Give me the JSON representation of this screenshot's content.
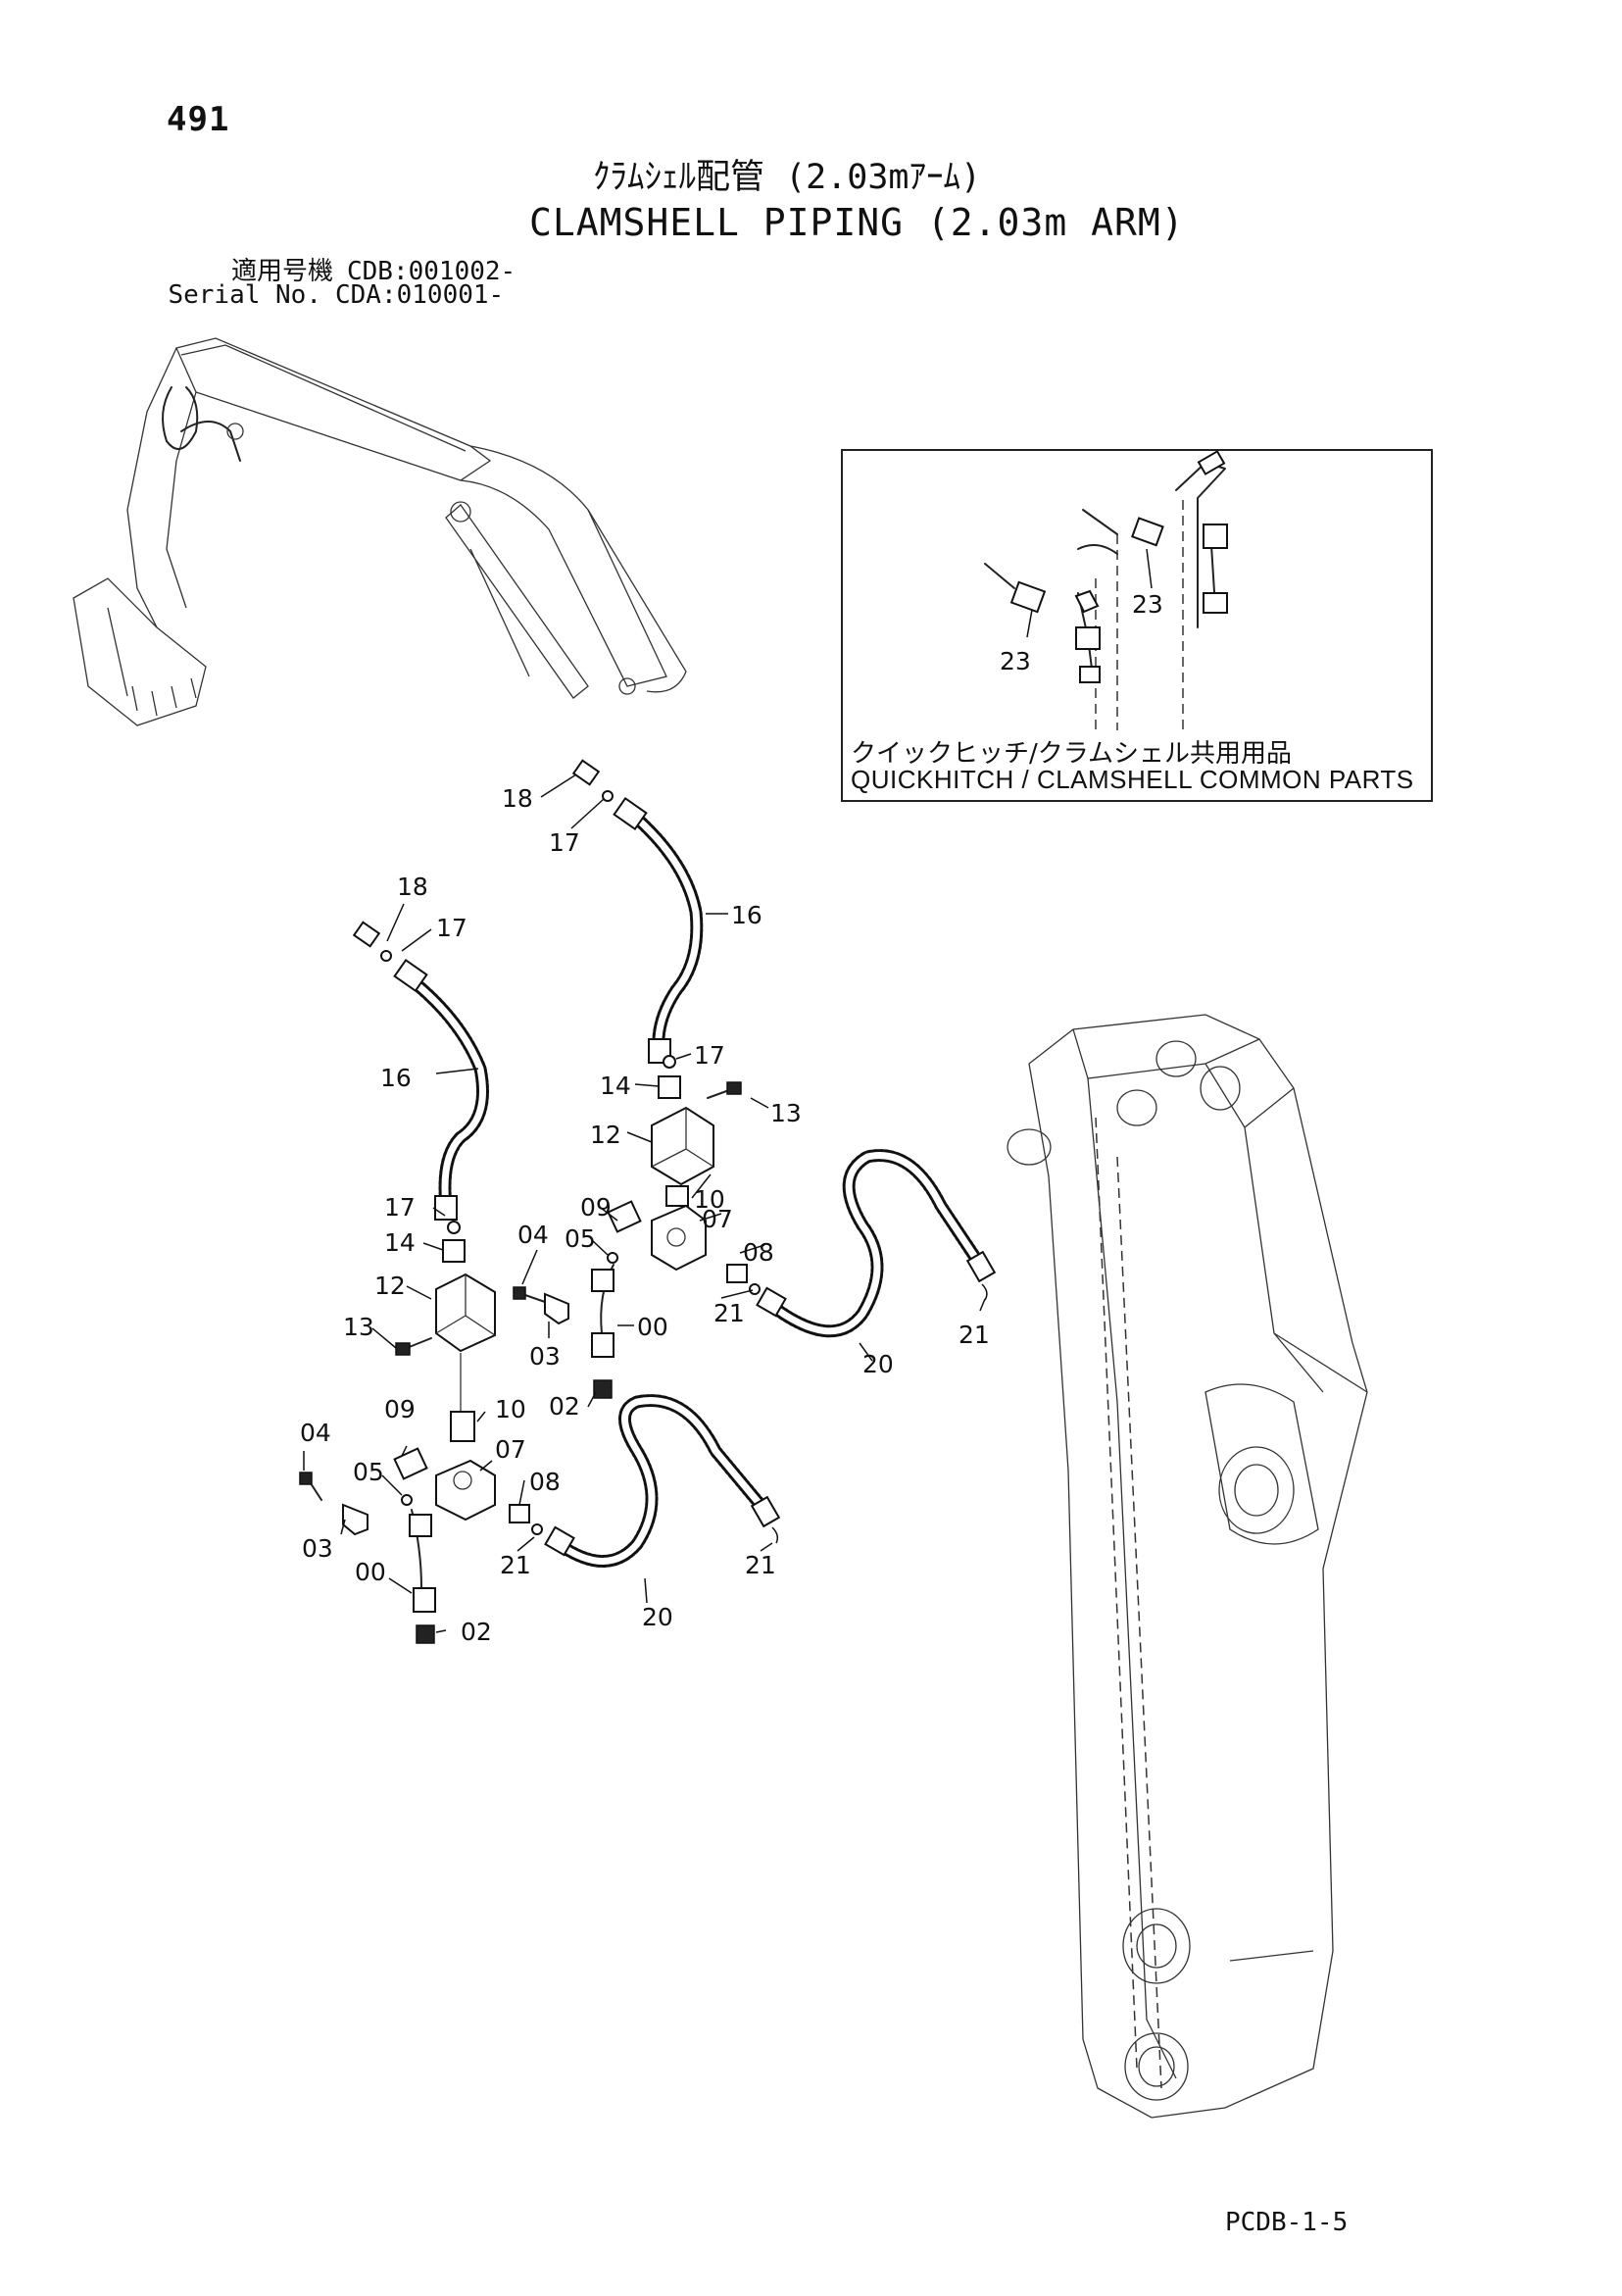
{
  "header": {
    "page_number": "491",
    "title_jp": "ｸﾗﾑｼｪﾙ配管 (2.03mｱｰﾑ)",
    "title_en": "CLAMSHELL PIPING (2.03m ARM)"
  },
  "serial_info": {
    "line1_label": "適用号機",
    "line1_value": "CDB:001002-",
    "line2_label": "Serial No.",
    "line2_value": "CDA:010001-"
  },
  "inset": {
    "label_jp": "クイックヒッチ/クラムシェル共用用品",
    "label_en": "QUICKHITCH / CLAMSHELL  COMMON  PARTS",
    "callouts": [
      "23",
      "23"
    ]
  },
  "callouts": {
    "upper": [
      "18",
      "17",
      "16",
      "17",
      "14",
      "13",
      "12",
      "10",
      "09",
      "07",
      "05",
      "04",
      "08",
      "21",
      "20",
      "21",
      "00",
      "03",
      "02"
    ],
    "lower": [
      "18",
      "17",
      "16",
      "17",
      "14",
      "12",
      "13",
      "10",
      "09",
      "04",
      "05",
      "07",
      "08",
      "03",
      "21",
      "20",
      "21",
      "00",
      "02"
    ]
  },
  "footer": {
    "code": "PCDB-1-5"
  }
}
